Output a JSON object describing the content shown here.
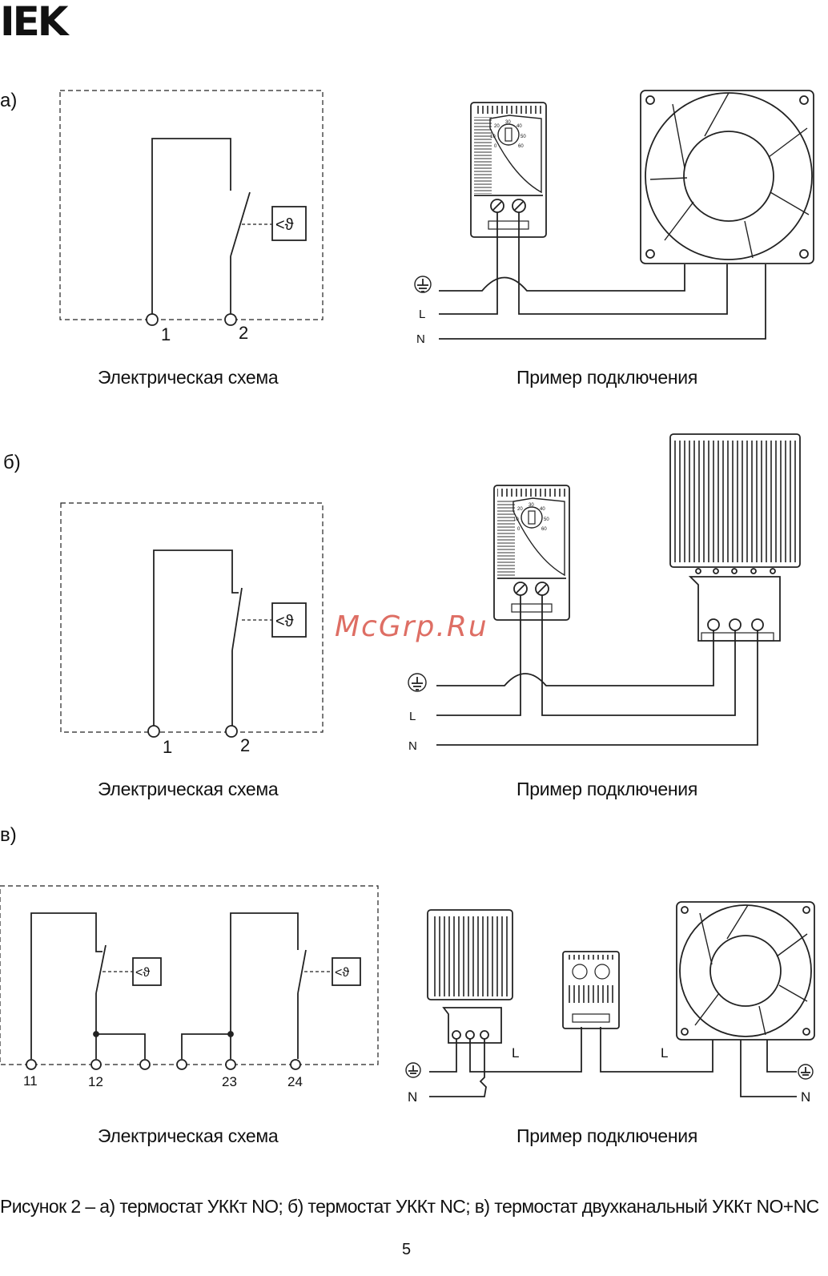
{
  "logo": "IEK",
  "watermark": "McGrp.Ru",
  "sections": [
    {
      "label": "а)",
      "terminals": [
        "1",
        "2"
      ],
      "schema_caption": "Электрическая схема",
      "example_caption": "Пример подключения",
      "wire_labels": [
        "L",
        "N"
      ]
    },
    {
      "label": "б)",
      "terminals": [
        "1",
        "2"
      ],
      "schema_caption": "Электрическая схема",
      "example_caption": "Пример подключения",
      "wire_labels": [
        "L",
        "N"
      ]
    },
    {
      "label": "в)",
      "terminals": [
        "11",
        "12",
        "23",
        "24"
      ],
      "schema_caption": "Электрическая схема",
      "example_caption": "Пример подключения",
      "wire_labels": [
        "L",
        "L",
        "N",
        "N"
      ]
    }
  ],
  "thermo_symbol": "<ϑ",
  "dial_numbers": [
    "30",
    "20",
    "40",
    "10",
    "50",
    "0",
    "60"
  ],
  "figure_caption": "Рисунок 2 – а) термостат УККт NO; б) термостат УККт NC; в) термостат двухканальный УККт NO+NC",
  "page_number": "5",
  "colors": {
    "line": "#222222",
    "watermark": "#d64a3e"
  }
}
